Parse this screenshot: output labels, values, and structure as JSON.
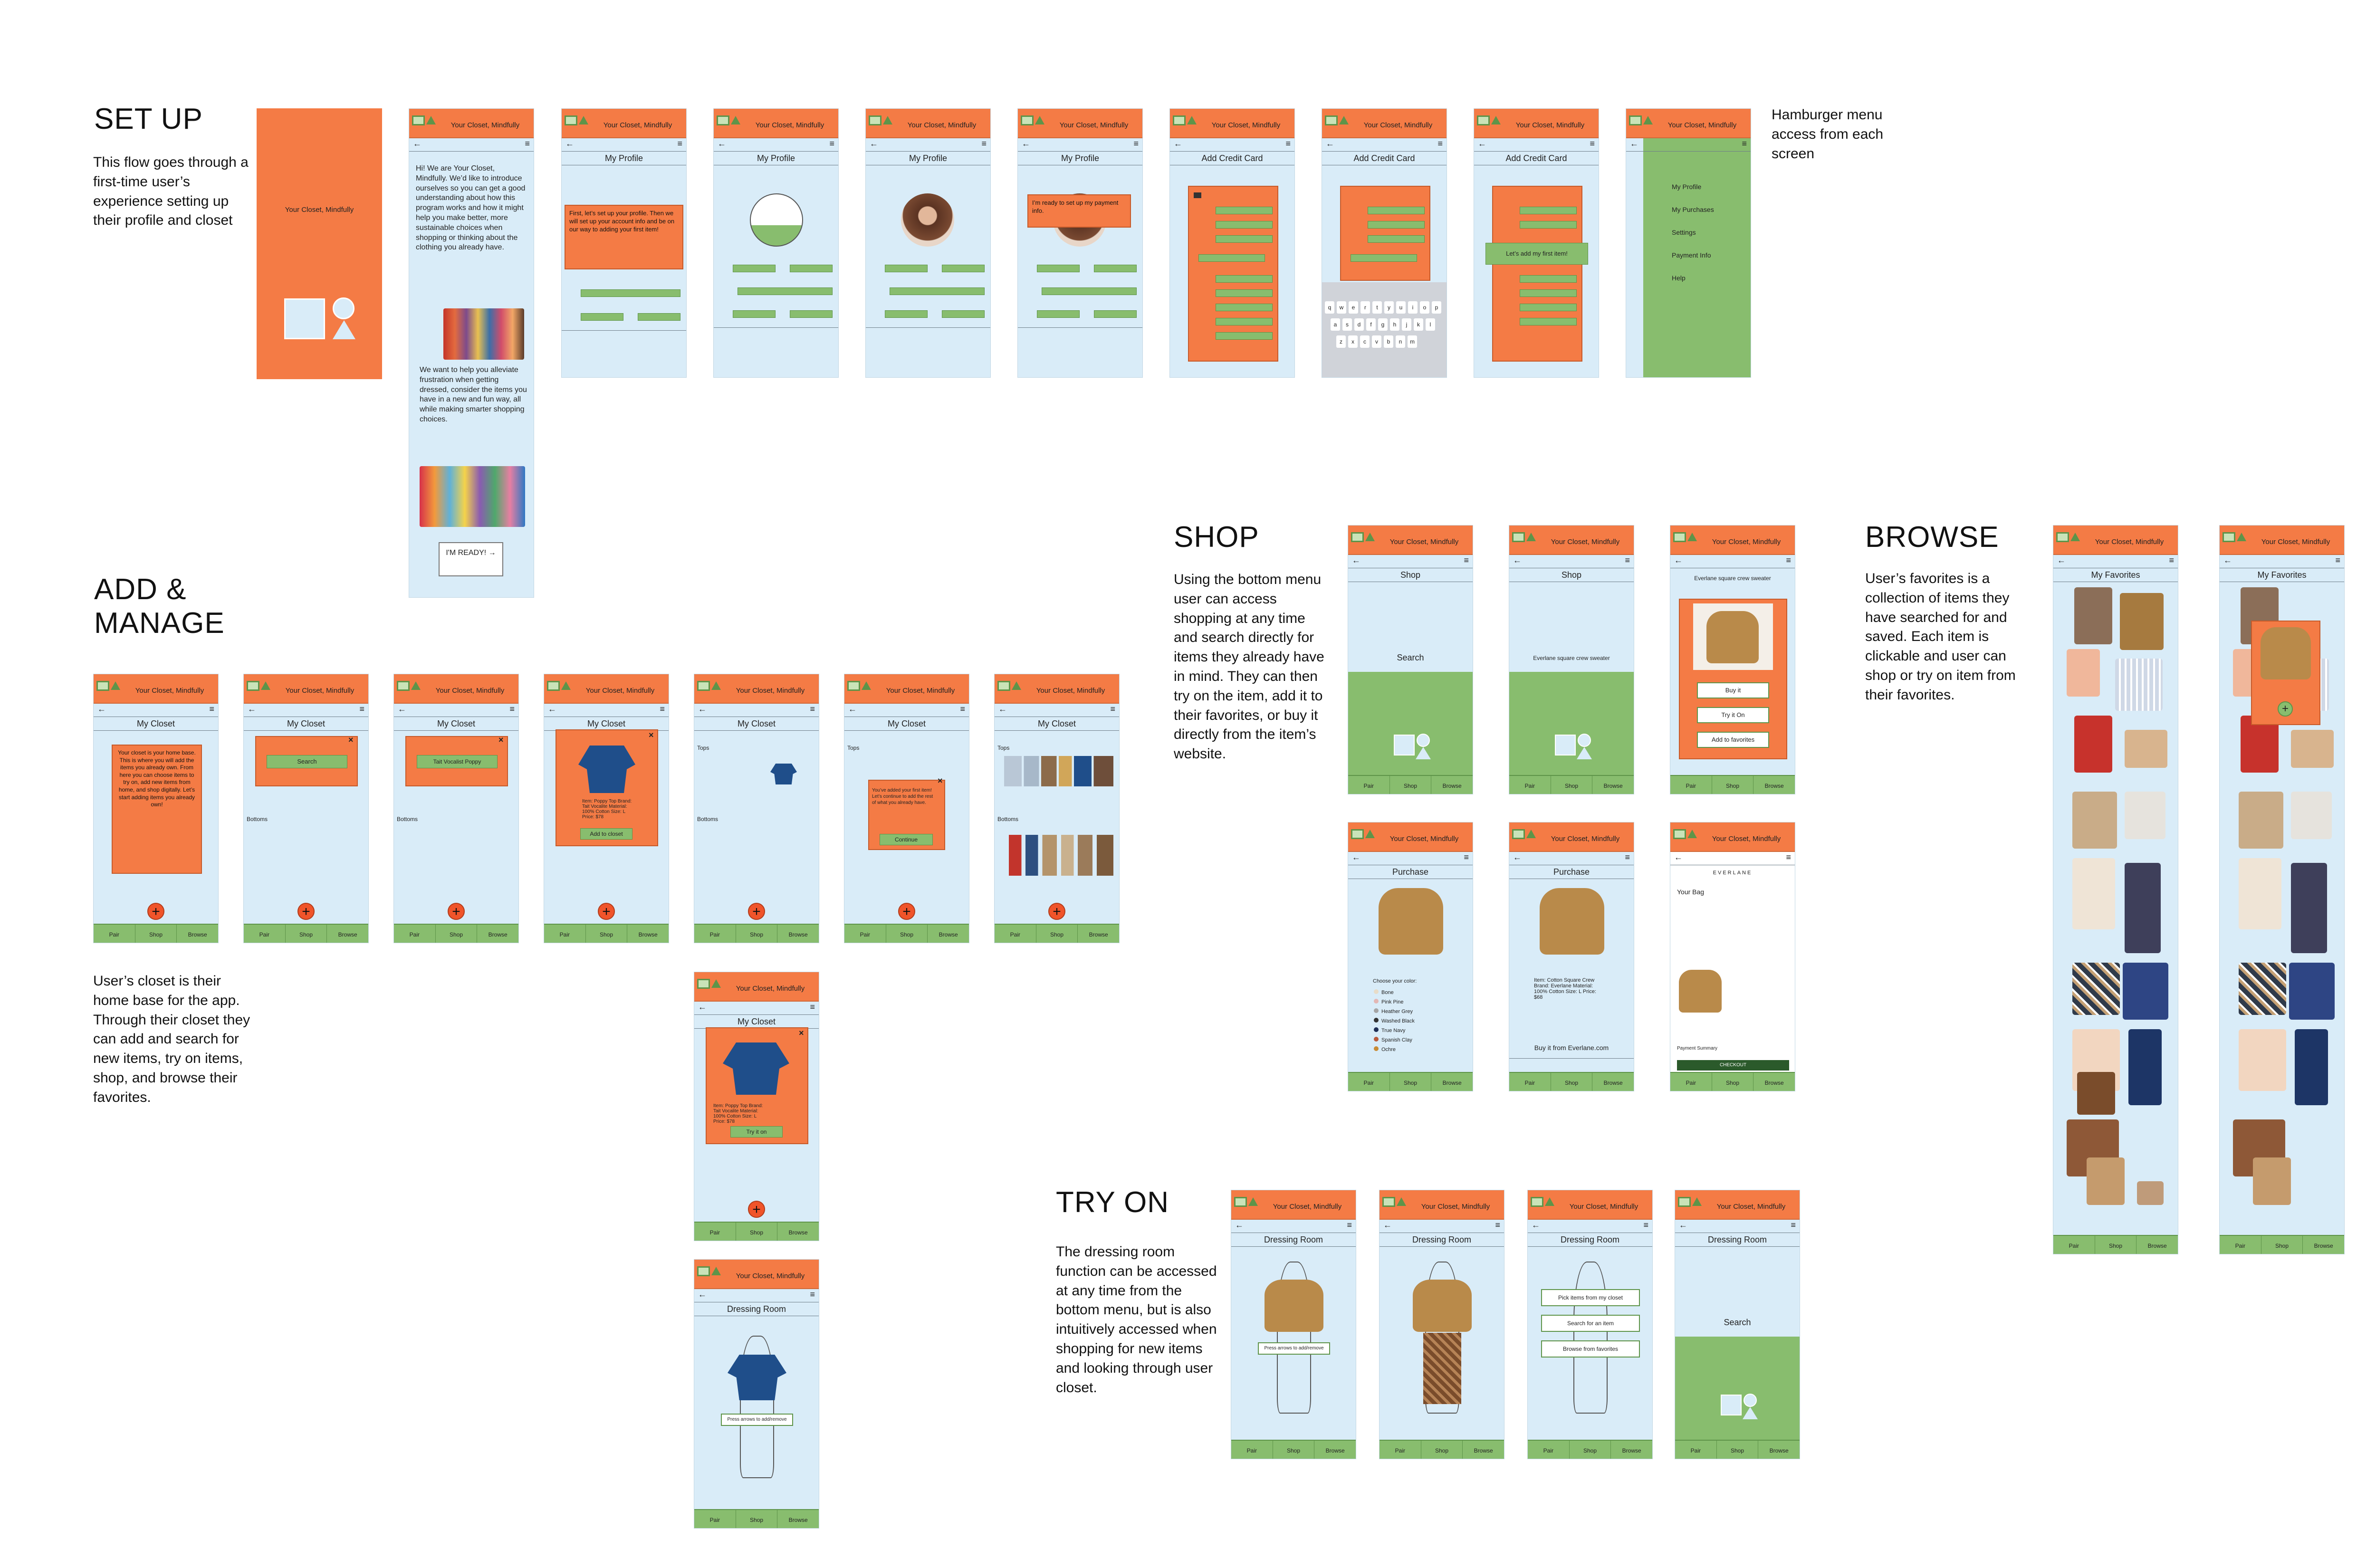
{
  "app_title": "Your Closet, Mindfully",
  "sections": {
    "setup": {
      "heading": "SET UP",
      "description": "This flow goes through a first-time user’s experience setting up their profile and closet"
    },
    "hamburger_note": "Hamburger menu access from each screen",
    "add_manage": {
      "heading": "ADD & MANAGE",
      "description": "User’s closet is their home base for the app. Through their closet they can add and search for new items, try on items, shop, and browse their favorites."
    },
    "shop": {
      "heading": "SHOP",
      "description": "Using the bottom menu user can access shopping at any time and search directly for items they already have in mind. They can then try on the item, add it to their favorites, or buy it directly from the item’s website."
    },
    "browse": {
      "heading": "BROWSE",
      "description": "User’s favorites is a collection of items they have searched for and saved. Each item is clickable and user can shop or try on item from their favorites."
    },
    "try_on": {
      "heading": "TRY ON",
      "description": "The dressing room function can be accessed at any time from the bottom menu, but is also intuitively accessed when shopping for new items and looking through user closet."
    }
  },
  "nav": {
    "back": "←",
    "menu": "≡"
  },
  "bottom_tabs": [
    "Pair",
    "Shop",
    "Browse"
  ],
  "screens": {
    "intro_text_1": "Hi! We are Your Closet, Mindfully. We’d like to introduce ourselves so you can get a good understanding about how this program works and how it might help you make better, more sustainable choices when shopping or thinking about the clothing you already have.",
    "intro_text_2": "We want to help you alleviate frustration when getting dressed, consider the items you have in a new and fun way, all while making smarter shopping choices.",
    "ready_button": "I'M READY! →",
    "my_profile": "My Profile",
    "profile_popup_1": "First, let’s set up your profile. Then we will set up your account info and be on our way to adding your first item!",
    "profile_popup_2": "I’m ready to set up my payment info.",
    "add_credit_card": "Add Credit Card",
    "card_popup": "Let’s add my first item!",
    "menu_items": [
      "My Profile",
      "My Purchases",
      "Settings",
      "Payment Info",
      "Help"
    ],
    "my_closet": "My Closet",
    "closet_intro": "Your closet is your home base. This is where you will add the items you already own. From here you can choose items to try on, add new items from home, and shop digitally. Let’s start adding items you already own!",
    "tops": "Tops",
    "bottoms": "Bottoms",
    "search": "Search",
    "search_query": "Tait Vocalist Poppy",
    "item_details": "Item: Poppy Top Brand: Tait Vocalite Material: 100% Cotton Size: L Price: $78",
    "add_to_closet": "Add to closet",
    "first_item_popup": "You’ve added your first item! Let’s continue to add the rest of what you already have.",
    "continue": "Continue",
    "try_it_on": "Try it on",
    "dressing_room": "Dressing Room",
    "arrows_note": "Press arrows to add/remove",
    "shop": "Shop",
    "shop_query": "Everlane square crew sweater",
    "buy_it": "Buy it",
    "try_it_on_2": "Try it On",
    "add_to_favorites": "Add to favorites",
    "purchase": "Purchase",
    "choose_color": "Choose your color:",
    "colors": [
      "Bone",
      "Pink Pine",
      "Heather Grey",
      "Washed Black",
      "True Navy",
      "Spanish Clay",
      "Ochre"
    ],
    "purchase_details": "Item: Cotton Square Crew Brand: Everlane Material: 100% Cotton Size: L Price: $68",
    "buy_from": "Buy it from Everlane.com",
    "everlane_brand": "EVERLANE",
    "your_bag": "Your Bag",
    "checkout": "CHECKOUT",
    "payment_summary": "Payment Summary",
    "my_favorites": "My Favorites",
    "pick_closet": "Pick items from my closet",
    "search_item": "Search for an item",
    "browse_favorites": "Browse from favorites"
  }
}
